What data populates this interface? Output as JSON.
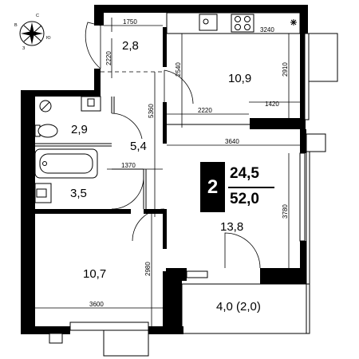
{
  "apartment": {
    "rooms": "2",
    "total_area": "52,0",
    "living_area": "24,5"
  },
  "compass": {
    "north": "С",
    "south": "Ю",
    "west": "З",
    "east": "В"
  },
  "rooms": {
    "hall": "2,8",
    "kitchen": "10,9",
    "bathroom": "2,9",
    "corridor": "5,4",
    "bath": "3,5",
    "bedroom": "10,7",
    "living_room": "13,8",
    "balcony": "4,0 (2,0)"
  },
  "dimensions": {
    "d1750": "1750",
    "d3240": "3240",
    "d2220a": "2220",
    "d2540": "2540",
    "d2910": "2910",
    "d5360": "5360",
    "d2220b": "2220",
    "d1420": "1420",
    "d3640": "3640",
    "d1370": "1370",
    "d3780": "3780",
    "d2980": "2980",
    "d3600": "3600"
  }
}
